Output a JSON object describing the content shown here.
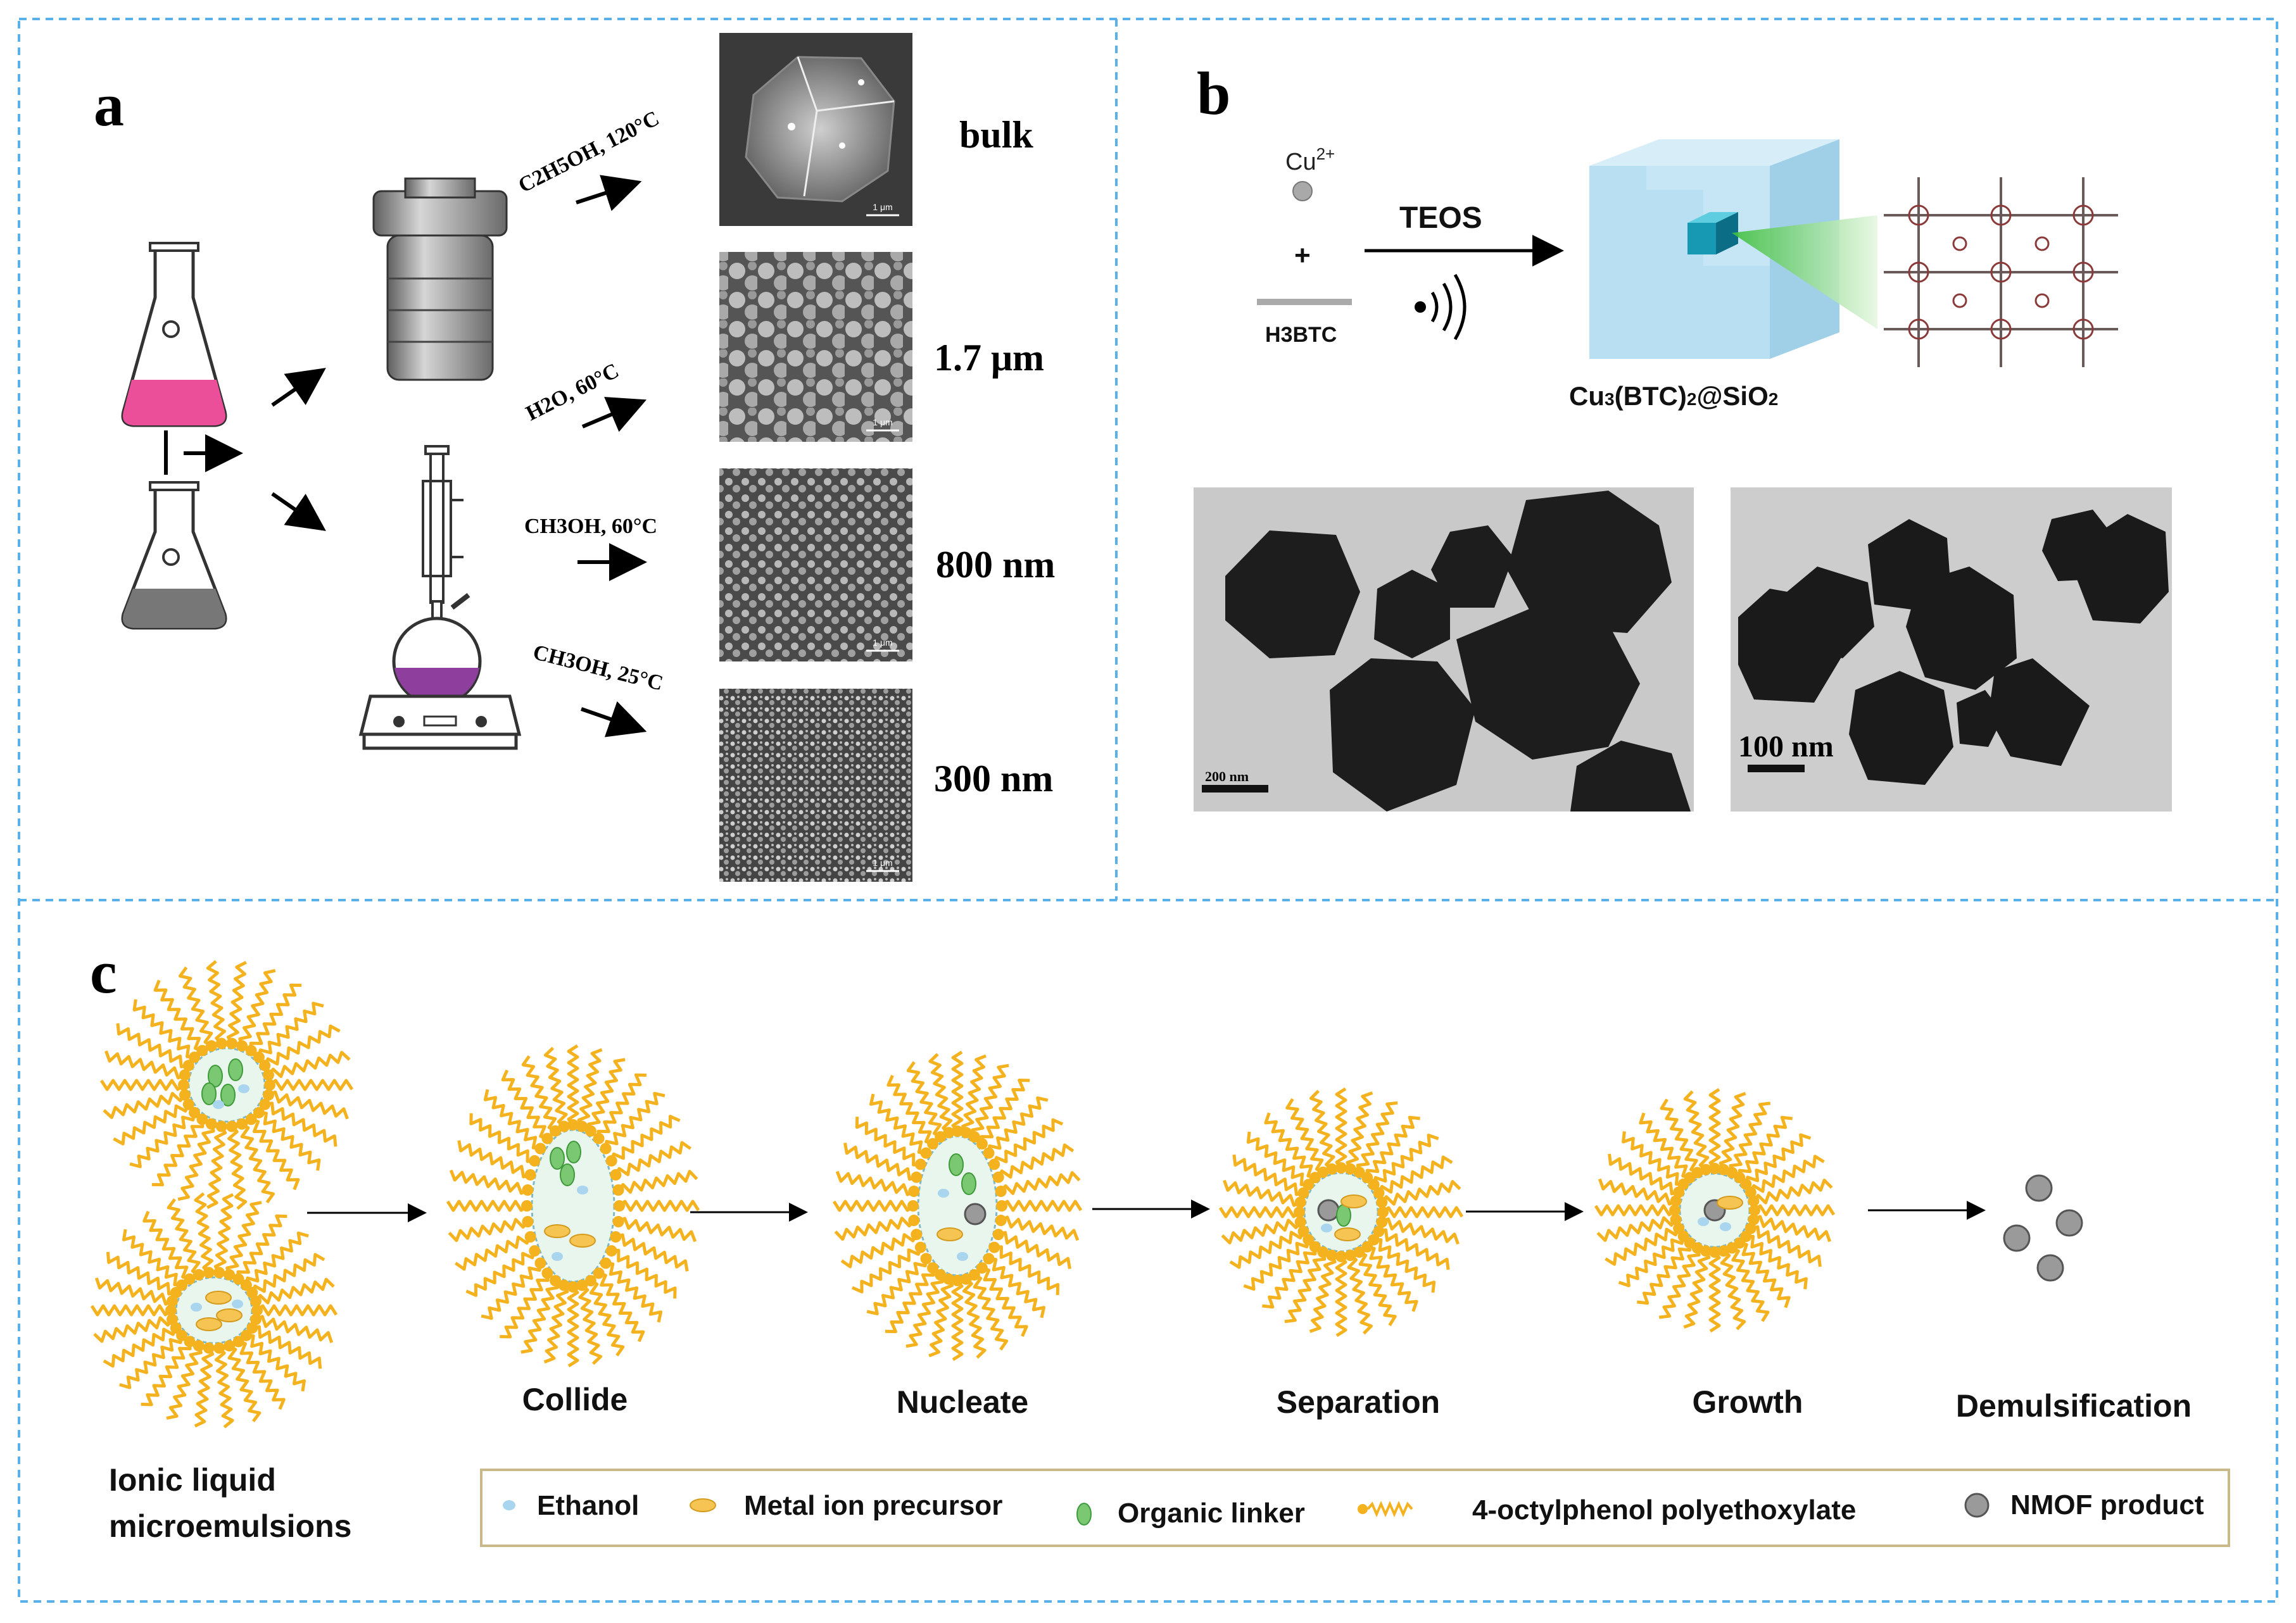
{
  "panels": {
    "a": "a",
    "b": "b",
    "c": "c"
  },
  "panel_a": {
    "conditions": [
      "C2H5OH, 120°C",
      "H2O, 60°C",
      "CH3OH, 60°C",
      "CH3OH, 25°C"
    ],
    "sizes": [
      "bulk",
      "1.7 μm",
      "800 nm",
      "300 nm"
    ],
    "scale_bar": "1 μm"
  },
  "panel_b": {
    "cu_ion": "Cu",
    "cu_charge": "2+",
    "plus": "+",
    "linker": "H3BTC",
    "reagent": "TEOS",
    "product_a": "Cu",
    "product_sub1": "3",
    "product_b": "(BTC)",
    "product_sub2": "2",
    "product_c": "@SiO",
    "product_sub3": "2",
    "tem_scale_1": "200 nm",
    "tem_scale_2": "100 nm"
  },
  "panel_c": {
    "start_label_1": "Ionic liquid",
    "start_label_2": "microemulsions",
    "steps": [
      "Collide",
      "Nucleate",
      "Separation",
      "Growth",
      "Demulsification"
    ],
    "legend": [
      "Ethanol",
      "Metal ion precursor",
      "Organic linker",
      "4-octylphenol polyethoxylate",
      "NMOF product"
    ]
  },
  "colors": {
    "surfactant": "#f4b21f",
    "ethanol": "#a9d5ee",
    "metal_precursor": "#f6c453",
    "organic_linker": "#7bc873",
    "nmof_product": "#9a9a9a",
    "divider": "#5ab0e8",
    "pink_solution": "#ec4f9a",
    "purple_solution": "#8e3f9e",
    "silica_shell": "#b9e0f2"
  }
}
